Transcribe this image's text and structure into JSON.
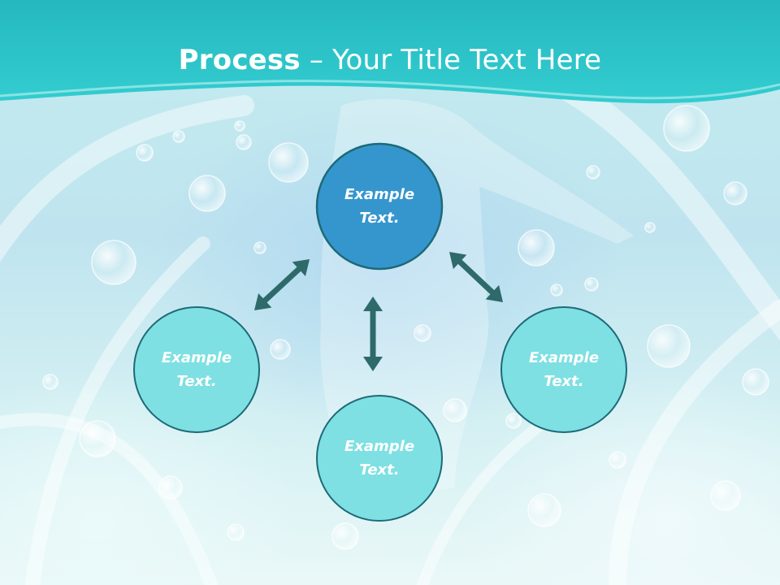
{
  "title": {
    "strong": "Process",
    "separator": " – ",
    "rest": "Your Title Text Here"
  },
  "colors": {
    "title_band": "#2cc4c8",
    "center_fill": "#3596ce",
    "outer_fill": "#7ee0e2",
    "node_stroke": "#1d6a78",
    "arrow": "#2e6a6a"
  },
  "nodes": {
    "center": {
      "line1": "Example",
      "line2": "Text."
    },
    "left": {
      "line1": "Example",
      "line2": "Text."
    },
    "right": {
      "line1": "Example",
      "line2": "Text."
    },
    "bottom": {
      "line1": "Example",
      "line2": "Text."
    }
  },
  "connectors": [
    {
      "from": "center",
      "to": "left",
      "type": "double-arrow"
    },
    {
      "from": "center",
      "to": "right",
      "type": "double-arrow"
    },
    {
      "from": "center",
      "to": "bottom",
      "type": "double-arrow"
    }
  ]
}
